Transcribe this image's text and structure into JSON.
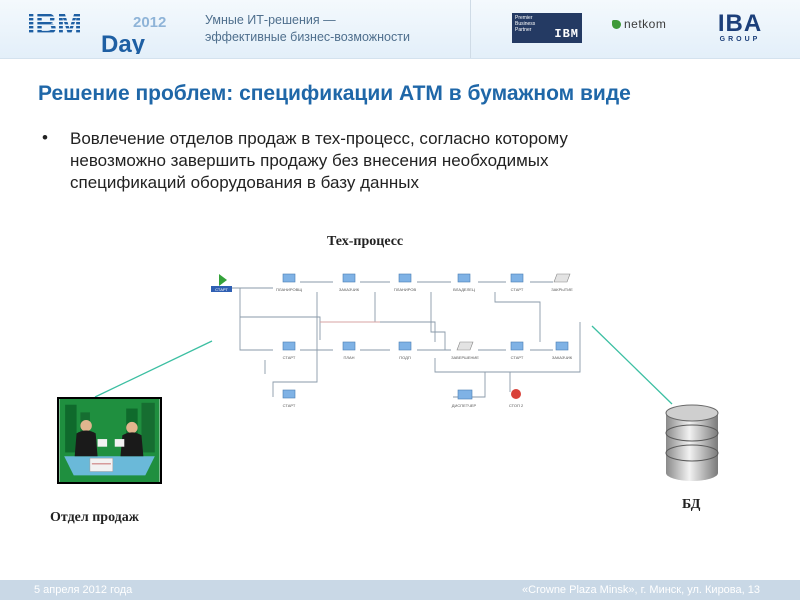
{
  "header": {
    "logo": {
      "brand": "IBM",
      "year": "2012",
      "word": "Day"
    },
    "tagline": [
      "Умные ИТ-решения —",
      "эффективные бизнес-возможности"
    ],
    "partner": {
      "lines": [
        "Premier",
        "Business",
        "Partner"
      ],
      "brand": "IBM"
    },
    "netkom": "netkom",
    "iba": {
      "main": "IBA",
      "sub": "GROUP"
    },
    "colors": {
      "accent": "#1f67a8",
      "logo_blue": "#1c3f7a",
      "header_bg": "#e3eff9"
    }
  },
  "slide": {
    "title": "Решение проблем: спецификации ATM в бумажном виде",
    "bullet_lines": [
      "Вовлечение отделов продаж в тех-процесс, согласно которому",
      "невозможно завершить продажу без внесения необходимых",
      "спецификаций оборудования в базу данных"
    ]
  },
  "diagram": {
    "title": "Тех-процесс",
    "nodes": [
      {
        "label": "СТАРТ",
        "type": "start"
      },
      {
        "label": "ПЛАНИРОВЩ",
        "type": "task"
      },
      {
        "label": "ЗАКАЗЧИК",
        "type": "task"
      },
      {
        "label": "ПЛАНИРОВ",
        "type": "task"
      },
      {
        "label": "ВЛАДЕЛЕЦ",
        "type": "task"
      },
      {
        "label": "СТАРТ",
        "type": "task"
      },
      {
        "label": "ЗАКРЫТИЕ",
        "type": "doc"
      },
      {
        "label": "СТАРТ",
        "type": "task"
      },
      {
        "label": "ПЛАН",
        "type": "task"
      },
      {
        "label": "ПОДП",
        "type": "task"
      },
      {
        "label": "ЗАВЕРШЕНИЕ",
        "type": "doc"
      },
      {
        "label": "СТАРТ",
        "type": "task"
      },
      {
        "label": "ЗАКАЗЧИК",
        "type": "task"
      },
      {
        "label": "СТАРТ",
        "type": "task"
      },
      {
        "label": "ДИСПЕТЧЕР",
        "type": "doc"
      },
      {
        "label": "СТОП 2",
        "type": "stop"
      }
    ],
    "sales_label": "Отдел продаж",
    "db_label": "БД"
  },
  "footer": {
    "date": "5 апреля 2012 года",
    "place": "«Crowne Plaza Minsk», г. Минск, ул. Кирова, 13"
  }
}
